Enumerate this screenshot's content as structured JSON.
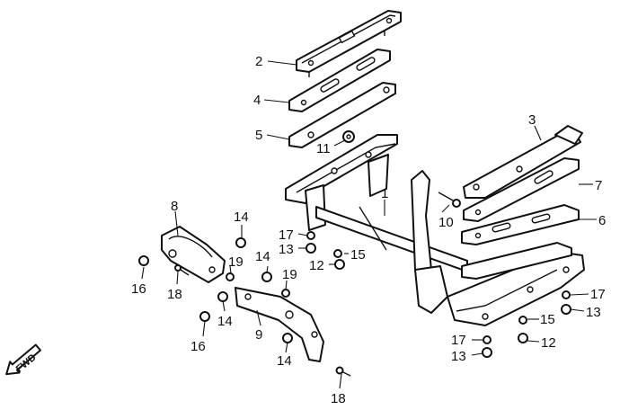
{
  "diagram": {
    "fwd_label": "FWD",
    "callouts": [
      {
        "id": "c2",
        "text": "2"
      },
      {
        "id": "c4",
        "text": "4"
      },
      {
        "id": "c5",
        "text": "5"
      },
      {
        "id": "c11",
        "text": "11"
      },
      {
        "id": "c3",
        "text": "3"
      },
      {
        "id": "c7",
        "text": "7"
      },
      {
        "id": "c1",
        "text": "1"
      },
      {
        "id": "c10",
        "text": "10"
      },
      {
        "id": "c6",
        "text": "6"
      },
      {
        "id": "c8",
        "text": "8"
      },
      {
        "id": "c14a",
        "text": "14"
      },
      {
        "id": "c17a",
        "text": "17"
      },
      {
        "id": "c13a",
        "text": "13"
      },
      {
        "id": "c15a",
        "text": "15"
      },
      {
        "id": "c12a",
        "text": "12"
      },
      {
        "id": "c16a",
        "text": "16"
      },
      {
        "id": "c19a",
        "text": "19"
      },
      {
        "id": "c14b",
        "text": "14"
      },
      {
        "id": "c19b",
        "text": "19"
      },
      {
        "id": "c18a",
        "text": "18"
      },
      {
        "id": "c14c",
        "text": "14"
      },
      {
        "id": "c16b",
        "text": "16"
      },
      {
        "id": "c9",
        "text": "9"
      },
      {
        "id": "c14d",
        "text": "14"
      },
      {
        "id": "c18b",
        "text": "18"
      },
      {
        "id": "c17b",
        "text": "17"
      },
      {
        "id": "c13b",
        "text": "13"
      },
      {
        "id": "c15b",
        "text": "15"
      },
      {
        "id": "c12b",
        "text": "12"
      },
      {
        "id": "c17c",
        "text": "17"
      },
      {
        "id": "c13c",
        "text": "13"
      }
    ]
  }
}
